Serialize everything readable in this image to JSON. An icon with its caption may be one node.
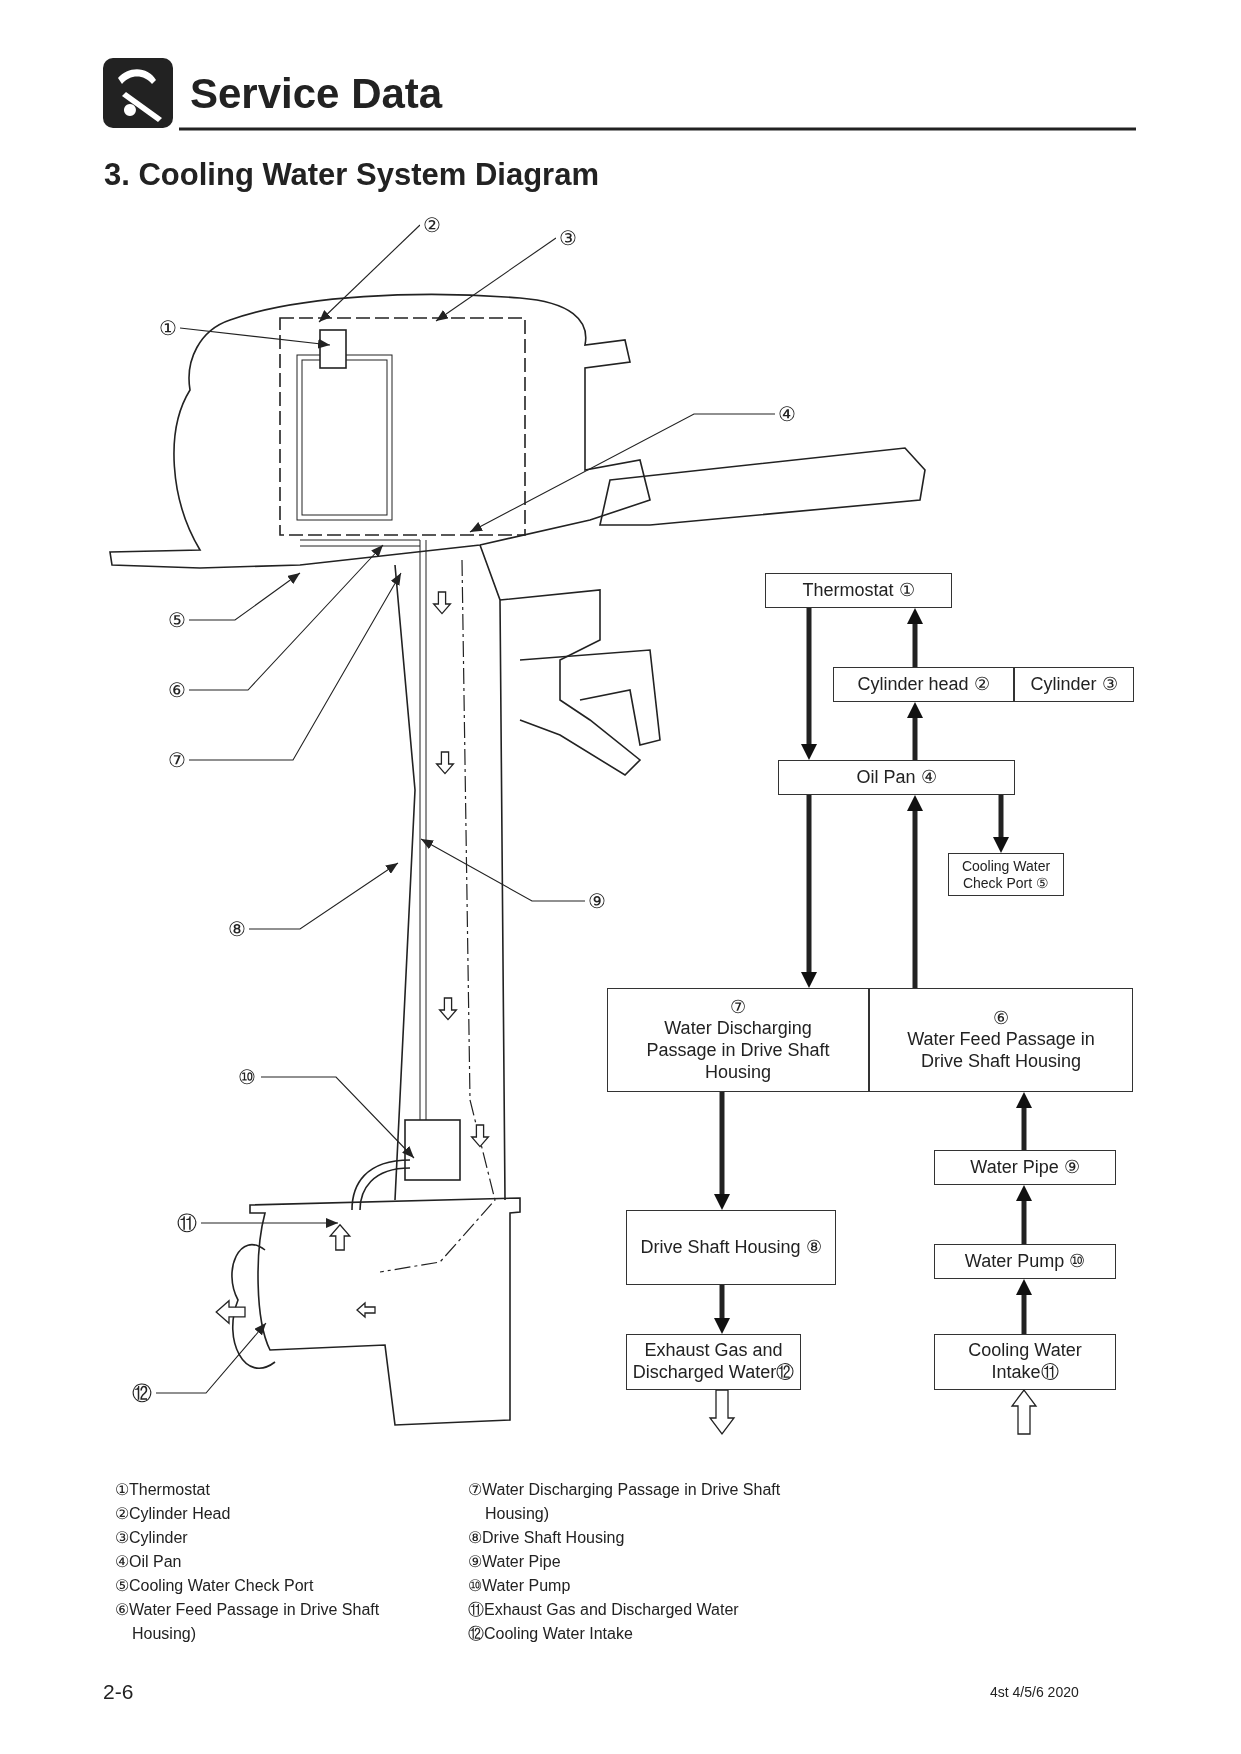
{
  "diagram": {
    "title": "3. Cooling Water System Diagram",
    "nodes": [
      {
        "text": [
          "①"
        ]
      },
      {
        "text": [
          "②"
        ]
      },
      {
        "text": [
          "③"
        ]
      },
      {
        "text": [
          "④"
        ]
      },
      {
        "text": [
          "⑤"
        ]
      },
      {
        "text": [
          "⑥"
        ]
      },
      {
        "text": [
          "⑦"
        ]
      },
      {
        "text": [
          "⑧"
        ]
      },
      {
        "text": [
          "⑨"
        ]
      },
      {
        "text": [
          "⑩"
        ]
      },
      {
        "text": [
          "⑪"
        ]
      },
      {
        "text": [
          "⑫"
        ]
      },
      {
        "text": [
          "Thermostat ①"
        ]
      },
      {
        "text": [
          "Cylinder head ②"
        ]
      },
      {
        "text": [
          "Cylinder ③"
        ]
      },
      {
        "text": [
          "Oil Pan ④"
        ]
      },
      {
        "text": [
          "Cooling Water Check Port ⑤"
        ]
      },
      {
        "text": [
          "⑦",
          "Water Discharging Passage in Drive Shaft Housing"
        ]
      },
      {
        "text": [
          "⑥",
          "Water Feed Passage in Drive Shaft Housing"
        ]
      },
      {
        "text": [
          "Drive Shaft Housing ⑧"
        ]
      },
      {
        "text": [
          "Water Pipe ⑨"
        ]
      },
      {
        "text": [
          "Water Pump ⑩"
        ]
      },
      {
        "text": [
          "Cooling Water Intake⑪"
        ]
      },
      {
        "text": [
          "Exhaust Gas and Discharged Water⑫"
        ]
      }
    ],
    "edges": [
      {
        "from": 0,
        "to": null,
        "arrow": "to"
      },
      {
        "from": 1,
        "to": null,
        "arrow": "to"
      },
      {
        "from": 2,
        "to": null,
        "arrow": "to"
      },
      {
        "from": 3,
        "to": null,
        "arrow": "to"
      },
      {
        "from": 4,
        "to": null,
        "arrow": "to"
      },
      {
        "from": 5,
        "to": null,
        "arrow": "to"
      },
      {
        "from": 6,
        "to": null,
        "arrow": "to"
      },
      {
        "from": 7,
        "to": null,
        "arrow": "to"
      },
      {
        "from": 8,
        "to": null,
        "arrow": "to"
      },
      {
        "from": 9,
        "to": null,
        "arrow": "to"
      },
      {
        "from": 10,
        "to": null,
        "arrow": "to"
      },
      {
        "from": 11,
        "to": null,
        "arrow": "to"
      },
      {
        "from": 12,
        "to": 15,
        "arrow": "to",
        "style": "thick"
      },
      {
        "from": 13,
        "to": 12,
        "arrow": "to",
        "style": "thick"
      },
      {
        "from": 15,
        "to": 13,
        "arrow": "to",
        "style": "thick"
      },
      {
        "from": 15,
        "to": 16,
        "arrow": "to",
        "style": "thick"
      },
      {
        "from": 15,
        "to": 17,
        "arrow": "to",
        "style": "thick"
      },
      {
        "from": 18,
        "to": 15,
        "arrow": "to",
        "style": "thick"
      },
      {
        "from": 17,
        "to": 19,
        "arrow": "to",
        "style": "thick"
      },
      {
        "from": 19,
        "to": 23,
        "arrow": "to",
        "style": "thick"
      },
      {
        "from": 20,
        "to": 18,
        "arrow": "to",
        "style": "thick"
      },
      {
        "from": 21,
        "to": 20,
        "arrow": "to",
        "style": "thick"
      },
      {
        "from": 22,
        "to": 21,
        "arrow": "to",
        "style": "thick"
      },
      {
        "from": 23,
        "to": null,
        "arrow": "to"
      },
      {
        "from": null,
        "to": 22,
        "arrow": "to"
      }
    ],
    "labels": [
      "Service Data",
      "①Thermostat",
      "②Cylinder Head",
      "③Cylinder",
      "④Oil Pan",
      "⑤Cooling Water Check Port",
      "⑥Water Feed Passage in Drive Shaft Housing)",
      "⑦Water Discharging Passage in Drive Shaft Housing)",
      "⑧Drive Shaft Housing",
      "⑨Water Pipe",
      "⑩Water Pump",
      "⑪Exhaust Gas and Discharged Water",
      "⑫Cooling Water Intake",
      "2-6",
      "4st 4/5/6 2020"
    ]
  }
}
